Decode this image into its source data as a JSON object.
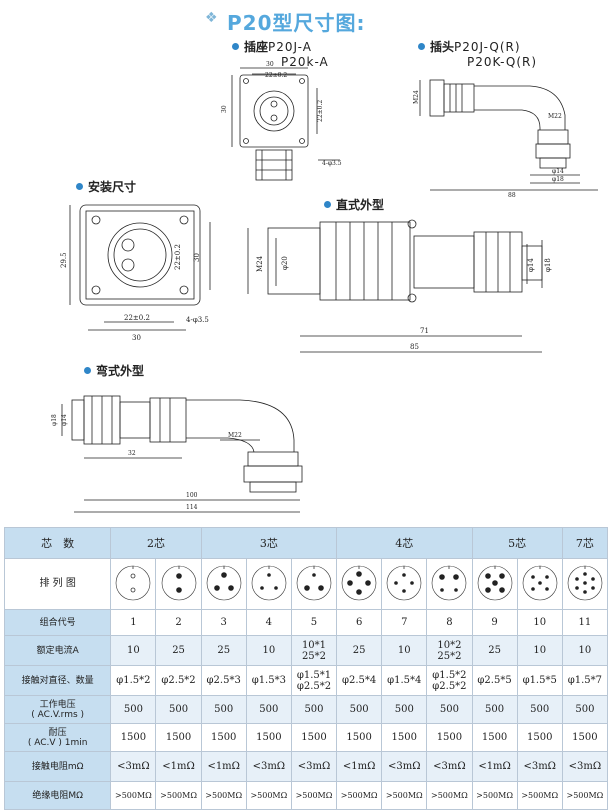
{
  "title": {
    "icon": "sparkle-icon",
    "text": "P20型尺寸图:"
  },
  "sections": {
    "socket": {
      "label": "插座",
      "model1": "P20J-A",
      "model2": "P20k-A"
    },
    "plug": {
      "label": "插头",
      "model1": "P20J-Q(R)",
      "model2": "P20K-Q(R)"
    },
    "mount": {
      "label": "安装尺寸"
    },
    "straight": {
      "label": "直式外型"
    },
    "bent": {
      "label": "弯式外型"
    }
  },
  "dimensions": {
    "mount": {
      "height": "29.5",
      "inner": "22±0.2",
      "outer": "30",
      "inner_h": "22±0.2",
      "outer_h": "30",
      "holes": "4-φ3.5"
    },
    "straight": {
      "m": "M24",
      "d1": "φ20",
      "d2": "φ14",
      "d3": "φ18",
      "l1": "71",
      "l2": "85"
    },
    "bent": {
      "d1": "φ18",
      "d2": "φ14",
      "m": "M22",
      "l1": "32",
      "l2": "100",
      "l3": "114"
    },
    "socket_small": {
      "w": "30",
      "in": "22±0.2",
      "h": "30",
      "hin": "22±0.2",
      "holes": "4-φ3.5"
    },
    "plug_small": {
      "m": "M24",
      "m2": "M22",
      "l": "88",
      "a": "φ14",
      "b": "φ18"
    }
  },
  "table": {
    "header": {
      "label": "芯　数",
      "groups": [
        "2芯",
        "3芯",
        "4芯",
        "5芯",
        "7芯"
      ]
    },
    "rows": [
      {
        "label": "排 列 图"
      },
      {
        "label": "组合代号",
        "values": [
          "1",
          "2",
          "3",
          "4",
          "5",
          "6",
          "7",
          "8",
          "9",
          "10",
          "11"
        ]
      },
      {
        "label": "额定电流A",
        "values": [
          "10",
          "25",
          "25",
          "10",
          "10*1\n25*2",
          "25",
          "10",
          "10*2\n25*2",
          "25",
          "10",
          "10"
        ]
      },
      {
        "label": "接触对直径、数量",
        "values": [
          "φ1.5*2",
          "φ2.5*2",
          "φ2.5*3",
          "φ1.5*3",
          "φ1.5*1\nφ2.5*2",
          "φ2.5*4",
          "φ1.5*4",
          "φ1.5*2\nφ2.5*2",
          "φ2.5*5",
          "φ1.5*5",
          "φ1.5*7"
        ]
      },
      {
        "label": "工作电压\n( AC.V.rms )",
        "values": [
          "500",
          "500",
          "500",
          "500",
          "500",
          "500",
          "500",
          "500",
          "500",
          "500",
          "500"
        ]
      },
      {
        "label": "耐压\n( AC.V ) 1min",
        "values": [
          "1500",
          "1500",
          "1500",
          "1500",
          "1500",
          "1500",
          "1500",
          "1500",
          "1500",
          "1500",
          "1500"
        ]
      },
      {
        "label": "接触电阻mΩ",
        "values": [
          "<3mΩ",
          "<1mΩ",
          "<1mΩ",
          "<3mΩ",
          "<3mΩ",
          "<1mΩ",
          "<3mΩ",
          "<3mΩ",
          "<1mΩ",
          "<3mΩ",
          "<3mΩ"
        ]
      },
      {
        "label": "绝缘电阻MΩ",
        "values": [
          ">500MΩ",
          ">500MΩ",
          ">500MΩ",
          ">500MΩ",
          ">500MΩ",
          ">500MΩ",
          ">500MΩ",
          ">500MΩ",
          ">500MΩ",
          ">500MΩ",
          ">500MΩ"
        ]
      }
    ]
  }
}
